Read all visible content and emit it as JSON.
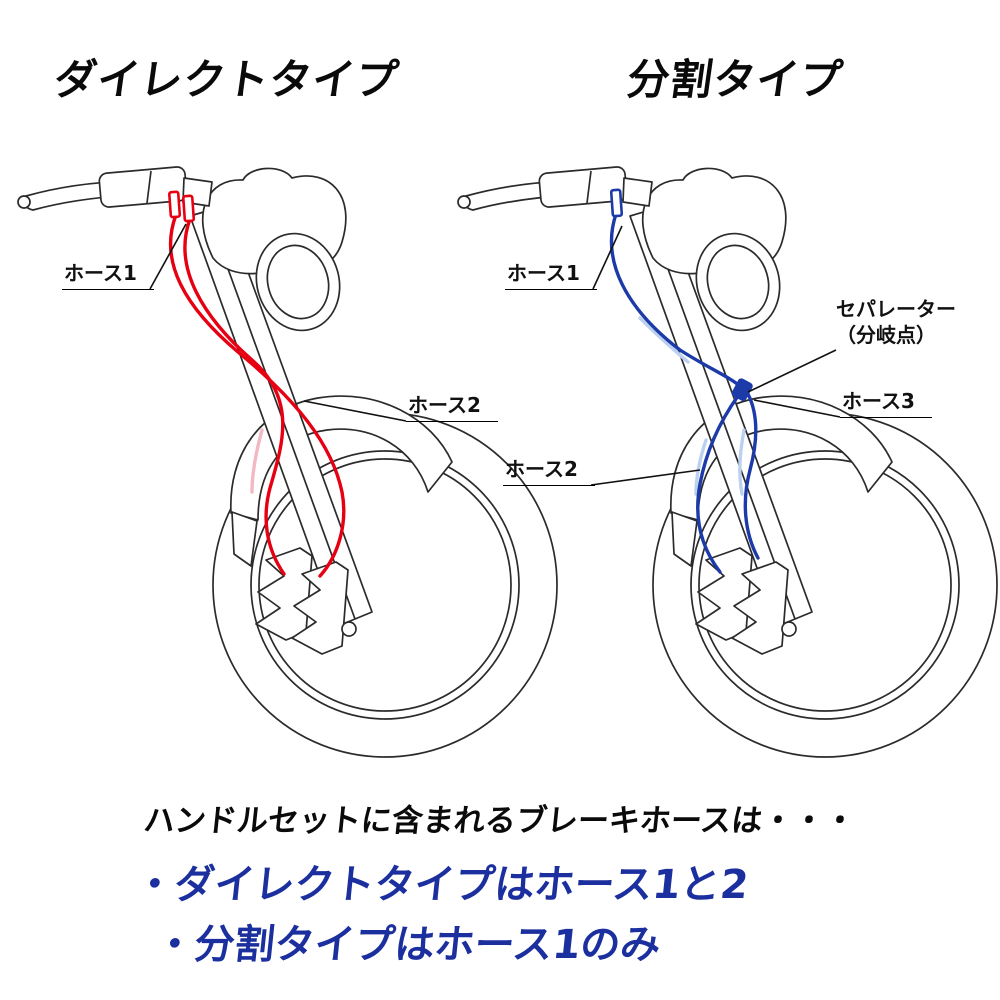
{
  "titles": {
    "direct": "ダイレクトタイプ",
    "split": "分割タイプ"
  },
  "labels": {
    "direct": {
      "hose1": "ホース1",
      "hose2": "ホース2"
    },
    "split": {
      "hose1": "ホース1",
      "separator_line1": "セパレーター",
      "separator_line2": "（分岐点）",
      "hose3": "ホース3",
      "hose2": "ホース2"
    }
  },
  "footer": {
    "heading": "ハンドルセットに含まれるブレーキホースは・・・",
    "bullet1": "・ダイレクトタイプはホース1と2",
    "bullet2": "・分割タイプはホース1のみ"
  },
  "colors": {
    "hose_direct": "#e60012",
    "hose_split": "#1c3aa8",
    "hose_split_hidden": "#bcd0ef",
    "footer_text": "#1c2f9e",
    "line_art": "#2b2b2b",
    "leader_line": "#111111"
  }
}
